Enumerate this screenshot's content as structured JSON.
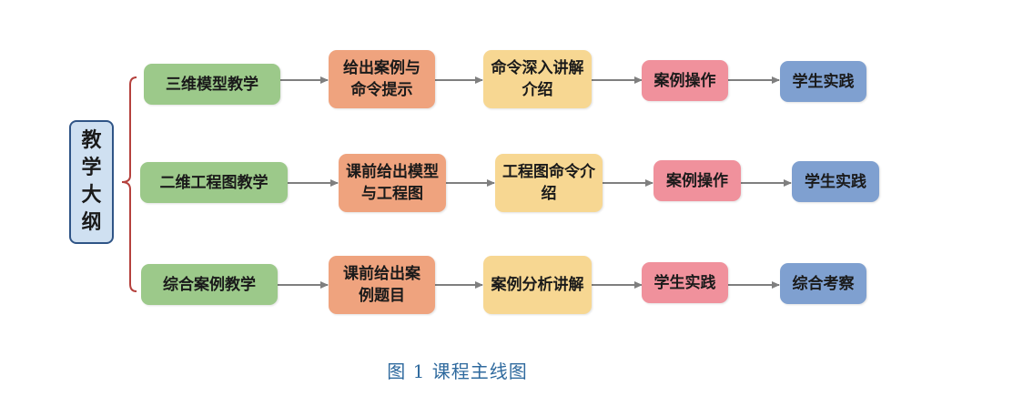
{
  "outline": {
    "label": "教学大纲"
  },
  "rows": [
    {
      "category": "三维模型教学",
      "steps": [
        "给出案例与命令提示",
        "命令深入讲解介绍",
        "案例操作",
        "学生实践"
      ]
    },
    {
      "category": "二维工程图教学",
      "steps": [
        "课前给出模型与工程图",
        "工程图命令介绍",
        "案例操作",
        "学生实践"
      ]
    },
    {
      "category": "综合案例教学",
      "steps": [
        "课前给出案例题目",
        "案例分析讲解",
        "学生实践",
        "综合考察"
      ]
    }
  ],
  "caption": "图 1 课程主线图",
  "colors": {
    "category": "#9cc98a",
    "step1": "#efa37e",
    "step2": "#f7d792",
    "step3": "#f0919c",
    "step4": "#7fa0d0",
    "brace": "#b5413d",
    "arrow": "#7f7f7f",
    "outline_border": "#2f5486",
    "outline_fill": "#cfe0f1",
    "caption_text": "#2f6a9e"
  }
}
